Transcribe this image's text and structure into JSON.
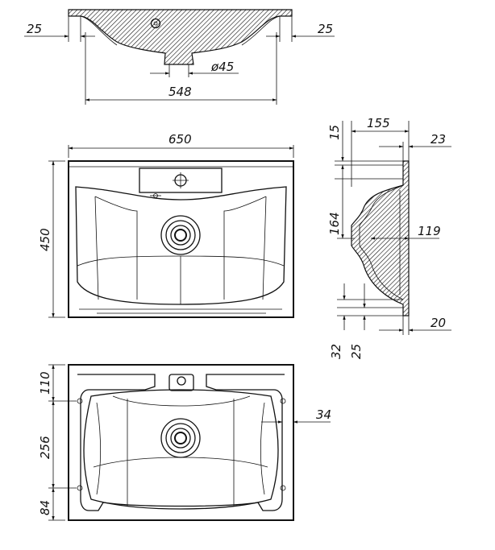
{
  "colors": {
    "ink": "#111111",
    "background": "#ffffff"
  },
  "views": {
    "section": {
      "dim_left_edge": "25",
      "dim_right_edge": "25",
      "dim_drain_diameter": "ø45",
      "dim_inner_width": "548"
    },
    "front": {
      "dim_width": "650",
      "dim_height": "450"
    },
    "side": {
      "dim_top_thickness": "15",
      "dim_depth": "155",
      "dim_rim": "23",
      "dim_bowl_height": "164",
      "dim_drain_offset": "119",
      "dim_lower_rim": "20",
      "dim_base_1": "32",
      "dim_base_2": "25"
    },
    "plan": {
      "dim_top": "110",
      "dim_middle": "256",
      "dim_bottom": "84",
      "dim_side": "34"
    }
  }
}
